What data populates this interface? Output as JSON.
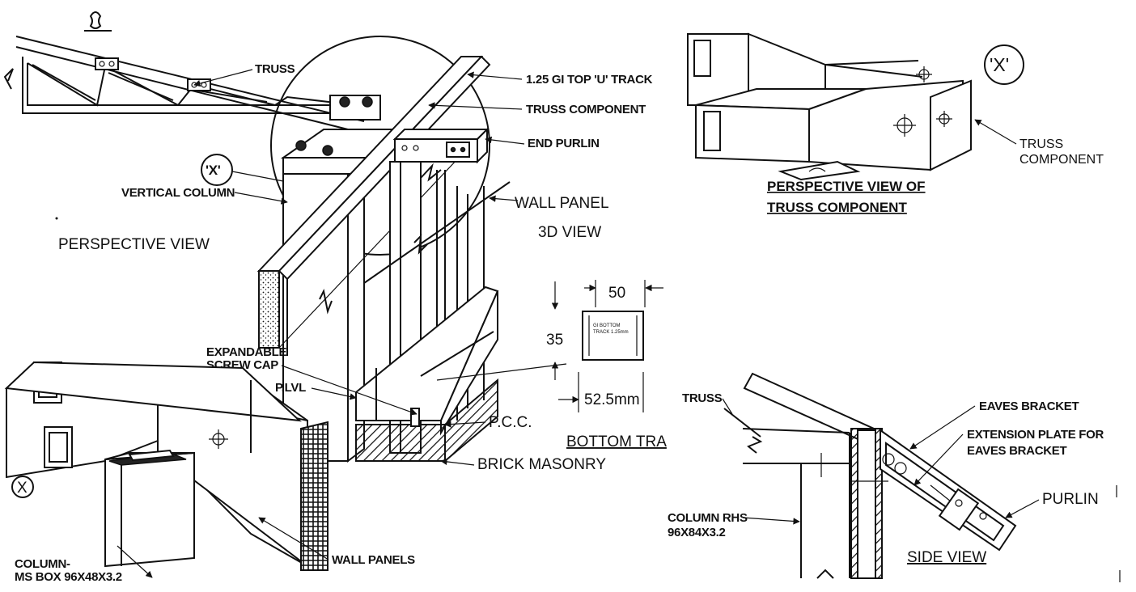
{
  "labels": {
    "truss": "TRUSS",
    "top_u_track": "1.25 GI TOP 'U' TRACK",
    "truss_component": "TRUSS COMPONENT",
    "end_purlin": "END PURLIN",
    "detail_x": "'X'",
    "vertical_column": "VERTICAL COLUMN",
    "wall_panel": "WALL PANEL",
    "view_3d": "3D VIEW",
    "perspective_view": "PERSPECTIVE VIEW",
    "expandable_screw_cap_1": "EXPANDABLE",
    "expandable_screw_cap_2": "SCREW CAP",
    "plvl": "P.LVL",
    "pcc": "P.C.C.",
    "brick_masonry": "BRICK MASONRY",
    "bottom_track_title": "BOTTOM TRA",
    "dim_50": "50",
    "dim_35": "35",
    "dim_52_5": "52.5mm",
    "gi_bottom_1": "GI BOTTOM",
    "gi_bottom_2": "TRACK 1.25mm",
    "detail_x_circle": "X",
    "column_ms_box_1": "COLUMN-",
    "column_ms_box_2": "MS BOX 96X48X3.2",
    "wall_panels": "WALL PANELS",
    "perspective_truss_1": "PERSPECTIVE VIEW OF",
    "perspective_truss_2": "TRUSS COMPONENT",
    "detail_x_top": "'X'",
    "truss_component_r1": "TRUSS",
    "truss_component_r2": "COMPONENT",
    "side_truss": "TRUSS",
    "eaves_bracket": "EAVES BRACKET",
    "extension_plate_1": "EXTENSION PLATE FOR",
    "extension_plate_2": "EAVES BRACKET",
    "purlin": "PURLIN",
    "column_rhs_1": "COLUMN RHS",
    "column_rhs_2": "96X84X3.2",
    "side_view": "SIDE VIEW"
  },
  "colors": {
    "ink": "#111111",
    "paper": "#ffffff"
  }
}
